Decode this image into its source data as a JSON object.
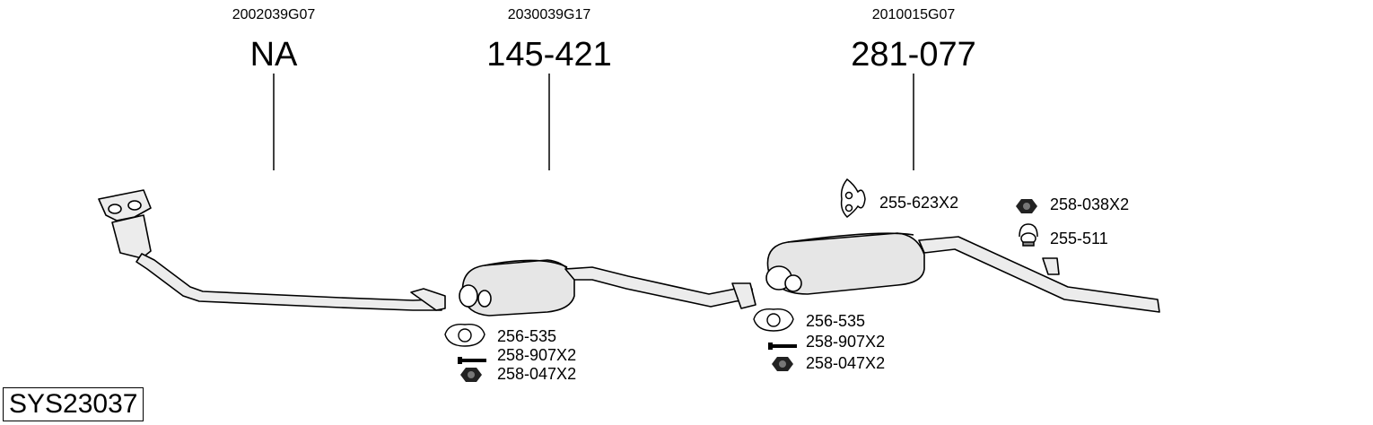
{
  "sections": [
    {
      "oem": "2002039G07",
      "part": "NA"
    },
    {
      "oem": "2030039G17",
      "part": "145-421"
    },
    {
      "oem": "2010015G07",
      "part": "281-077"
    }
  ],
  "fittings": {
    "front": [
      {
        "label": "256-535",
        "icon": "gasket-icon"
      },
      {
        "label": "258-907X2",
        "icon": "bolt-icon"
      },
      {
        "label": "258-047X2",
        "icon": "nut-icon"
      }
    ],
    "rear": [
      {
        "label": "256-535",
        "icon": "gasket-icon"
      },
      {
        "label": "258-907X2",
        "icon": "bolt-icon"
      },
      {
        "label": "258-047X2",
        "icon": "nut-icon"
      }
    ],
    "hanger": {
      "label": "255-623X2",
      "icon": "rubber-hanger-icon"
    },
    "nut": {
      "label": "258-038X2",
      "icon": "nut-icon"
    },
    "clamp": {
      "label": "255-511",
      "icon": "clamp-icon"
    }
  },
  "system_code": "SYS23037",
  "colors": {
    "line": "#000000",
    "fill": "#e6e6e6",
    "shade": "#9a9a9a"
  }
}
